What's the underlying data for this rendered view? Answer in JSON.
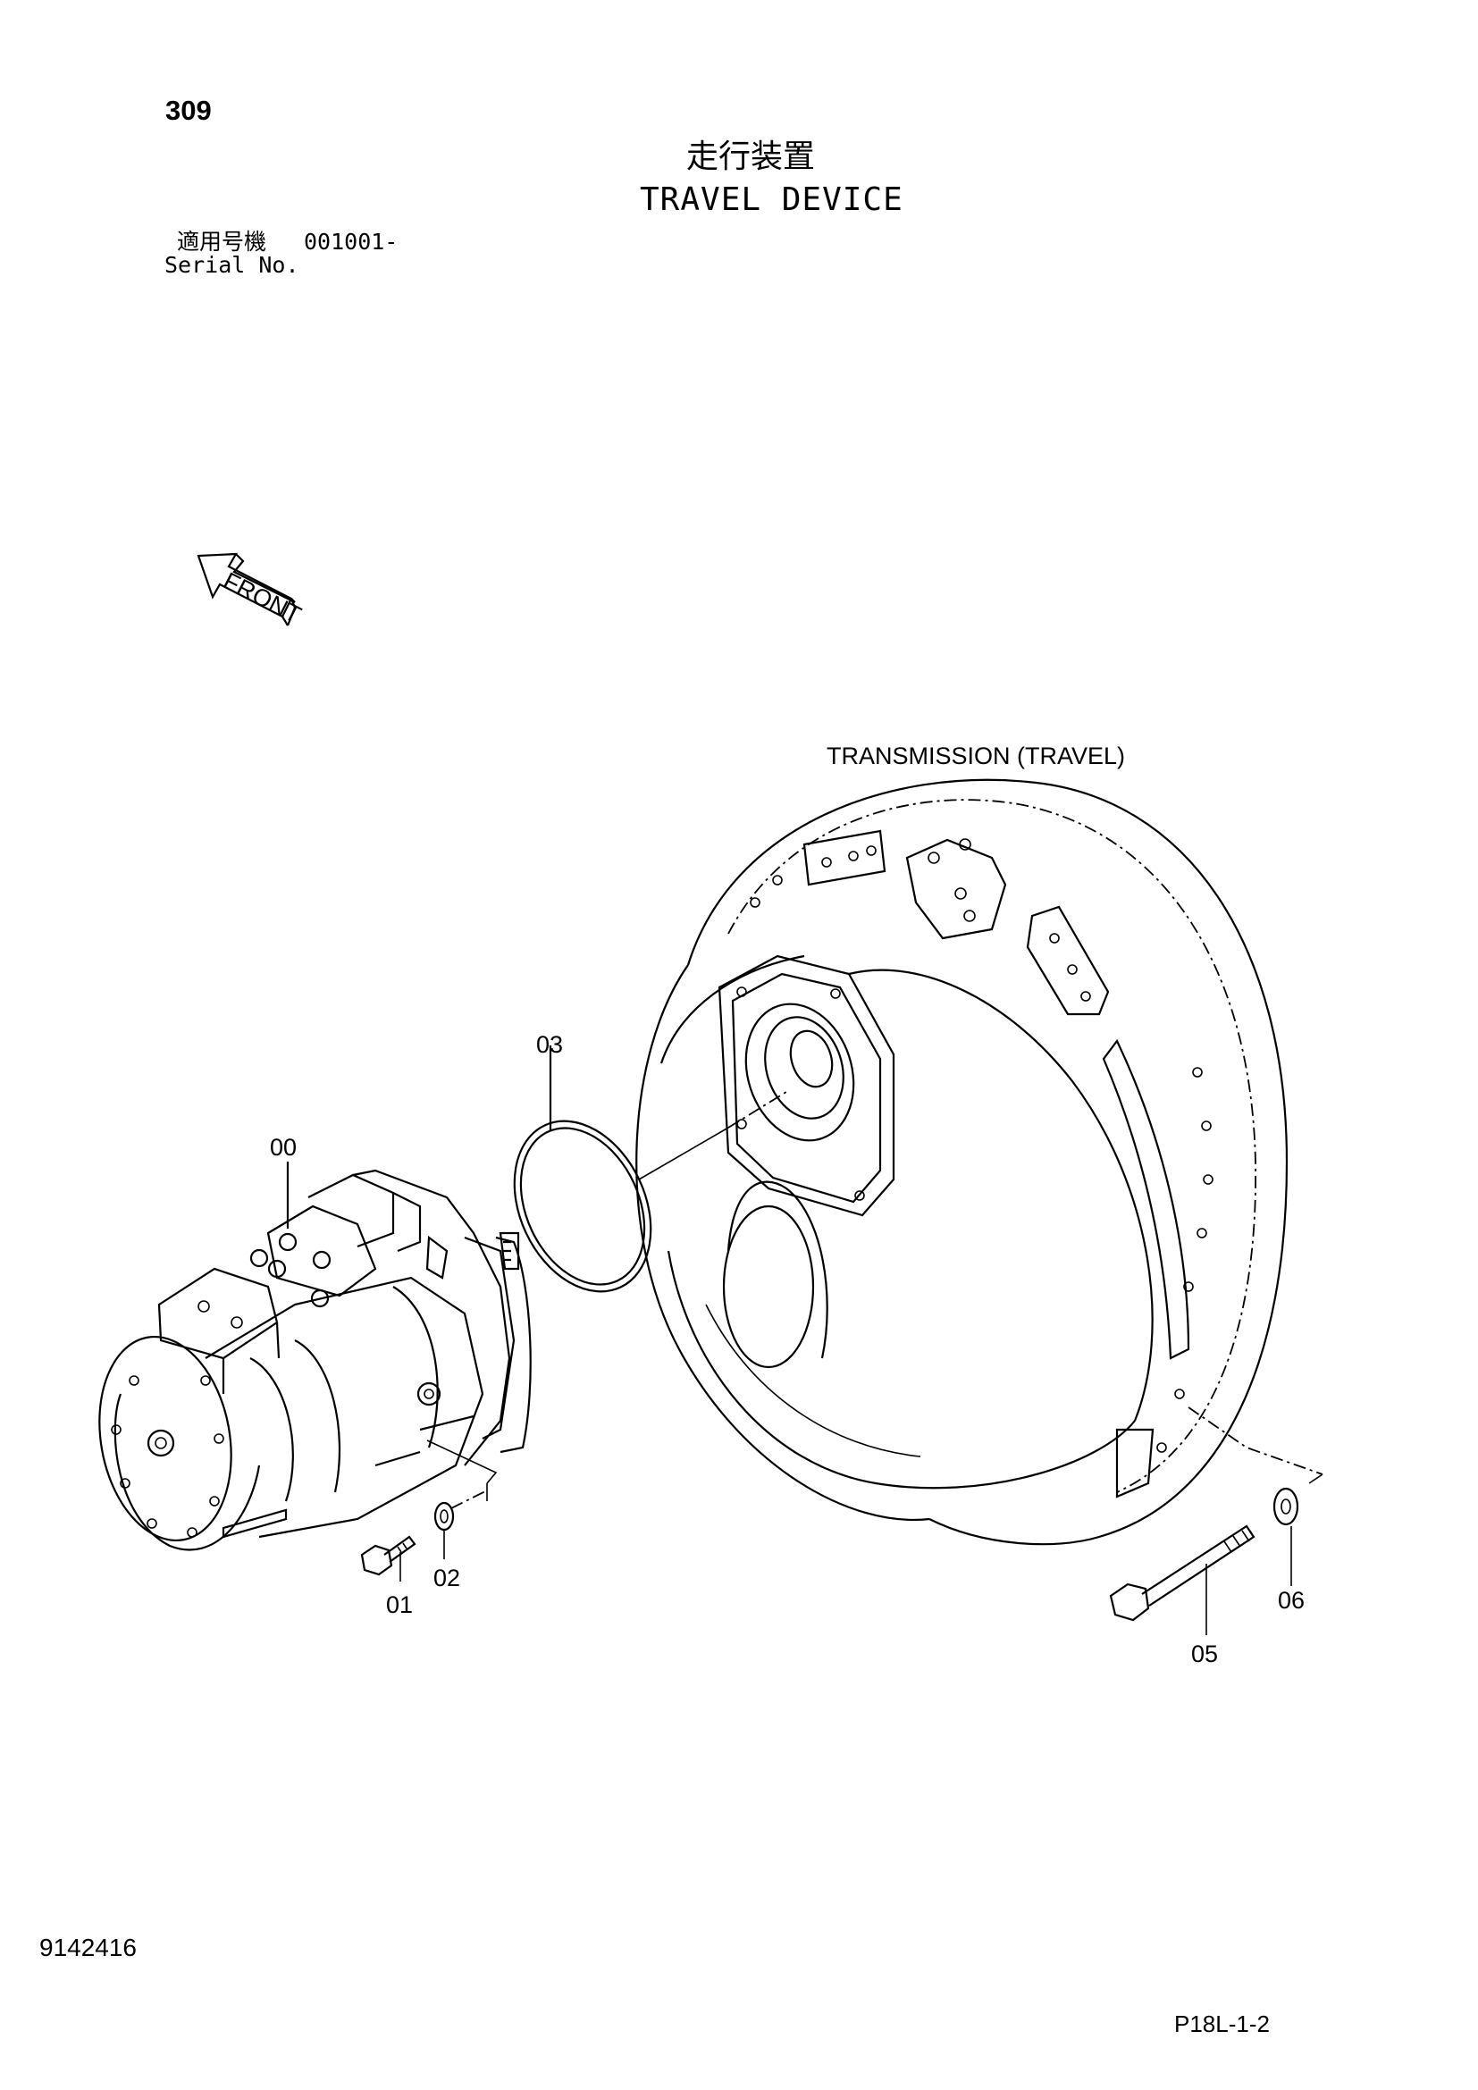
{
  "header": {
    "page_number": "309",
    "title_jp": "走行装置",
    "title_en": "TRAVEL DEVICE",
    "serial_label_jp": "適用号機",
    "serial_value": "001001-",
    "serial_label_en": "Serial No."
  },
  "diagram": {
    "front_arrow_label": "FRONT",
    "assembly_label": "TRANSMISSION (TRAVEL)",
    "callouts": [
      "00",
      "01",
      "02",
      "03",
      "05",
      "06"
    ]
  },
  "footer": {
    "doc_number": "9142416",
    "page_ref": "P18L-1-2"
  }
}
